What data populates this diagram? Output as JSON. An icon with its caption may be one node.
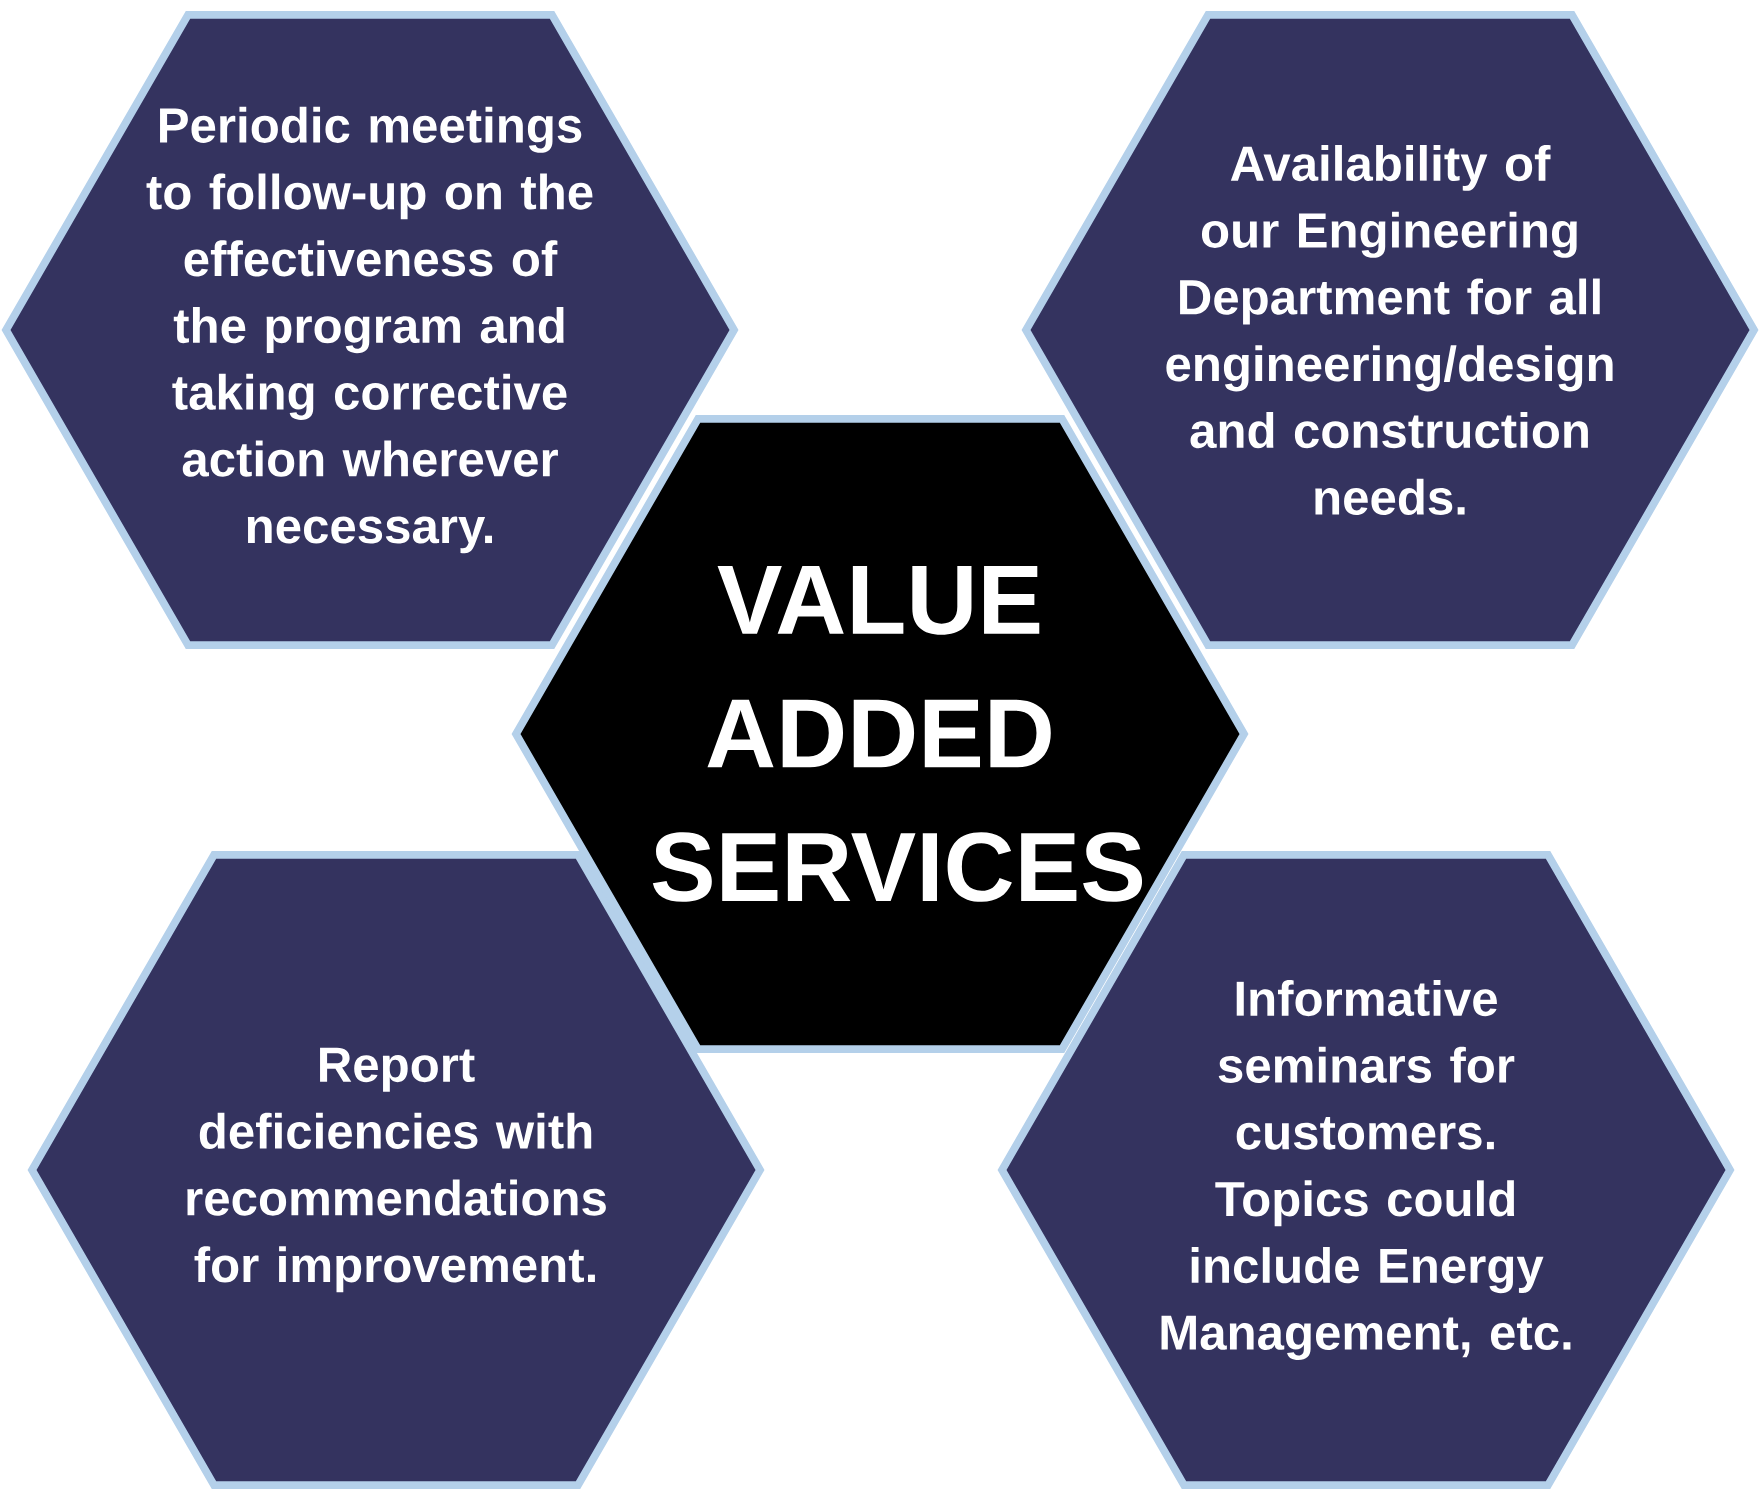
{
  "diagram": {
    "nodes": [
      {
        "text": [
          "Periodic meetings to follow-up on the effectiveness of the program and taking corrective action wherever necessary."
        ]
      },
      {
        "text": [
          "Availability of our Engineering Department for all engineering/design and construction needs."
        ]
      },
      {
        "text": [
          "VALUE ADDED SERVICES"
        ]
      },
      {
        "text": [
          "Report deficiencies with recommendations for improvement."
        ]
      },
      {
        "text": [
          "Informative seminars for customers. Topics could include Energy Management, etc."
        ]
      }
    ]
  }
}
